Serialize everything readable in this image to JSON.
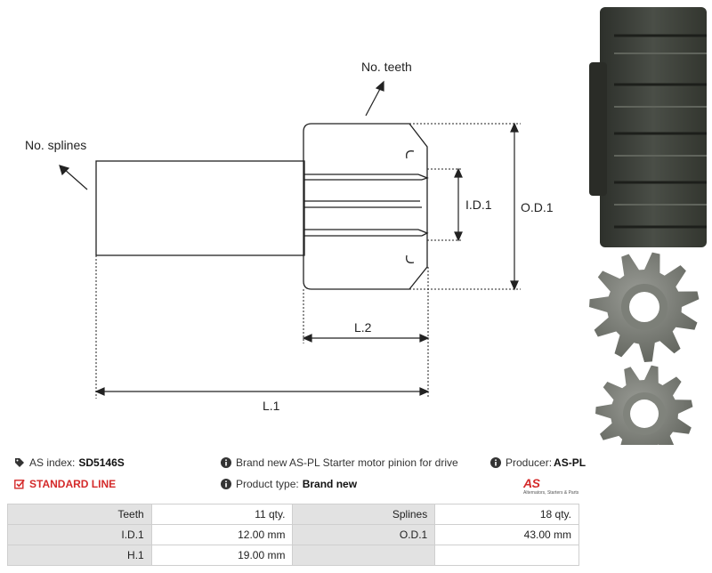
{
  "drawing": {
    "no_teeth": "No. teeth",
    "no_splines": "No. splines",
    "id1": "I.D.1",
    "od1": "O.D.1",
    "l2": "L.2",
    "l1": "L.1"
  },
  "info": {
    "as_index_label": "AS index:",
    "as_index_value": "SD5146S",
    "description": "Brand new AS-PL Starter motor pinion for drive",
    "producer_label": "Producer:",
    "producer_value": "AS-PL",
    "standard_line": "STANDARD LINE",
    "product_type_label": "Product type:",
    "product_type_value": "Brand new",
    "logo_text": "AS",
    "logo_sub": "Alternators, Starters & Parts"
  },
  "specs": {
    "rows": [
      {
        "k1": "Teeth",
        "v1": "11 qty.",
        "k2": "Splines",
        "v2": "18 qty."
      },
      {
        "k1": "I.D.1",
        "v1": "12.00 mm",
        "k2": "O.D.1",
        "v2": "43.00 mm"
      },
      {
        "k1": "H.1",
        "v1": "19.00 mm",
        "k2": "",
        "v2": ""
      }
    ]
  },
  "colors": {
    "accent": "#d42a2a",
    "metal_dark": "#3f433d",
    "metal_light": "#7d807a"
  },
  "icons": [
    "tag-icon",
    "info-icon",
    "checkbox-icon"
  ]
}
